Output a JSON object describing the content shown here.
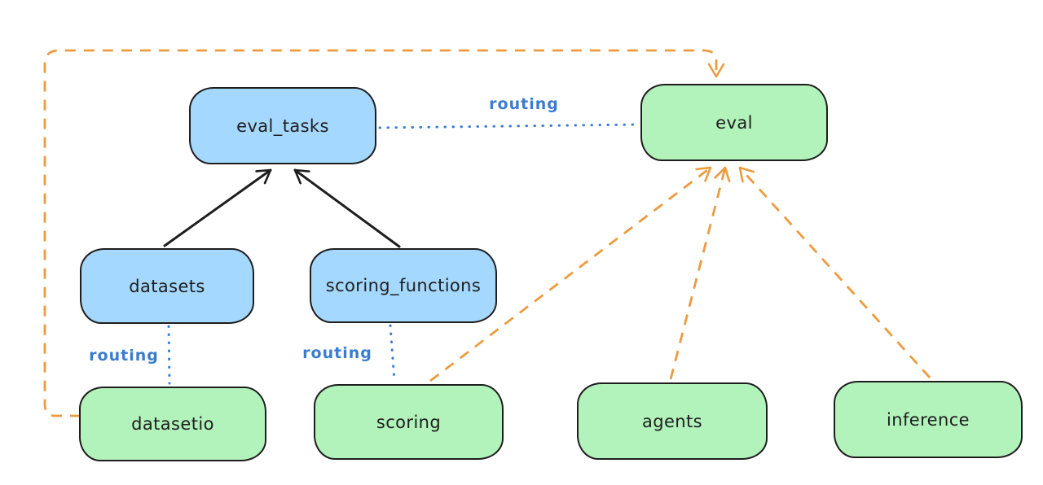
{
  "colors": {
    "background": "#ffffff",
    "node_border": "#1e1e1e",
    "registry_node_fill_blue": "#a5d8ff",
    "api_node_fill_green": "#b2f2bb",
    "solid_edge_black": "#1e1e1e",
    "dashed_edge_orange": "#ec9b3e",
    "dotted_edge_blue": "#3a7cd0",
    "routing_label_blue": "#3a7cd0"
  },
  "nodes": [
    {
      "id": "eval_tasks",
      "label": "eval_tasks",
      "color": "blue"
    },
    {
      "id": "eval",
      "label": "eval",
      "color": "green"
    },
    {
      "id": "datasets",
      "label": "datasets",
      "color": "blue"
    },
    {
      "id": "scoring_functions",
      "label": "scoring_functions",
      "color": "blue"
    },
    {
      "id": "datasetio",
      "label": "datasetio",
      "color": "green"
    },
    {
      "id": "scoring",
      "label": "scoring",
      "color": "green"
    },
    {
      "id": "agents",
      "label": "agents",
      "color": "green"
    },
    {
      "id": "inference",
      "label": "inference",
      "color": "green"
    }
  ],
  "edges": [
    {
      "from": "datasets",
      "to": "eval_tasks",
      "style": "solid",
      "color": "black",
      "arrow": true,
      "label": ""
    },
    {
      "from": "scoring_functions",
      "to": "eval_tasks",
      "style": "solid",
      "color": "black",
      "arrow": true,
      "label": ""
    },
    {
      "from": "eval_tasks",
      "to": "eval",
      "style": "dotted",
      "color": "blue",
      "arrow": false,
      "label": "routing"
    },
    {
      "from": "datasets",
      "to": "datasetio",
      "style": "dotted",
      "color": "blue",
      "arrow": false,
      "label": "routing"
    },
    {
      "from": "scoring_functions",
      "to": "scoring",
      "style": "dotted",
      "color": "blue",
      "arrow": false,
      "label": "routing"
    },
    {
      "from": "datasetio",
      "to": "eval",
      "style": "dashed",
      "color": "orange",
      "arrow": true,
      "label": ""
    },
    {
      "from": "scoring",
      "to": "eval",
      "style": "dashed",
      "color": "orange",
      "arrow": true,
      "label": ""
    },
    {
      "from": "agents",
      "to": "eval",
      "style": "dashed",
      "color": "orange",
      "arrow": true,
      "label": ""
    },
    {
      "from": "inference",
      "to": "eval",
      "style": "dashed",
      "color": "orange",
      "arrow": true,
      "label": ""
    }
  ]
}
